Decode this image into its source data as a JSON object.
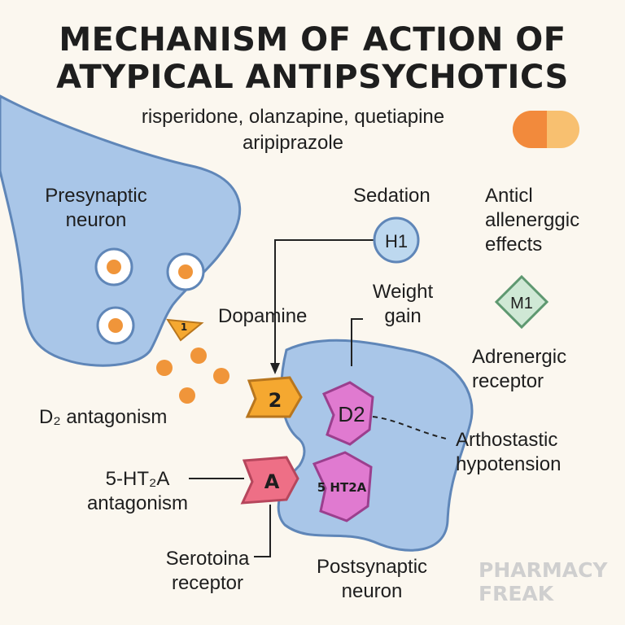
{
  "title": {
    "line1": "MECHANISM OF ACTION OF",
    "line2": "ATYPICAL ANTIPSYCHOTICS"
  },
  "drugs": {
    "line1": "risperidone, olanzapine, quetiapine",
    "line2": "aripiprazole"
  },
  "labels": {
    "presynaptic": [
      "Presynaptic",
      "neuron"
    ],
    "postsynaptic": [
      "Postsynaptic",
      "neuron"
    ],
    "sedation": "Sedation",
    "anticholinergic": [
      "Anticl",
      "allenerggic",
      "effects"
    ],
    "weight_gain": [
      "Weight",
      "gain"
    ],
    "dopamine": "Dopamine",
    "adrenergic": [
      "Adrenergic",
      "receptor"
    ],
    "d2_antagonism": "D₂ antagonism",
    "orthostatic": [
      "Arthostastic",
      "hypotension"
    ],
    "ht2a_antagonism": [
      "5-HT₂A",
      "antagonism"
    ],
    "serotonin_receptor": [
      "Serotoina",
      "receptor"
    ]
  },
  "receptors": {
    "h1": "H1",
    "m1": "M1",
    "d2": "D2",
    "ht2a": "5 HT2A",
    "drug_2": "2",
    "drug_a": "A",
    "drug_1": "1"
  },
  "watermark": [
    "PHARMACY",
    "FREAK"
  ],
  "colors": {
    "neuron_fill": "#a9c6e8",
    "neuron_stroke": "#5f86b8",
    "pink_receptor": "#e07ad0",
    "orange_drug": "#f5a830",
    "red_drug": "#ee6f86",
    "m1_green": "#cfe8d5",
    "vesicle_orange": "#f0953a",
    "pill_orange": "#f28a3c",
    "pill_light": "#f8c070"
  }
}
